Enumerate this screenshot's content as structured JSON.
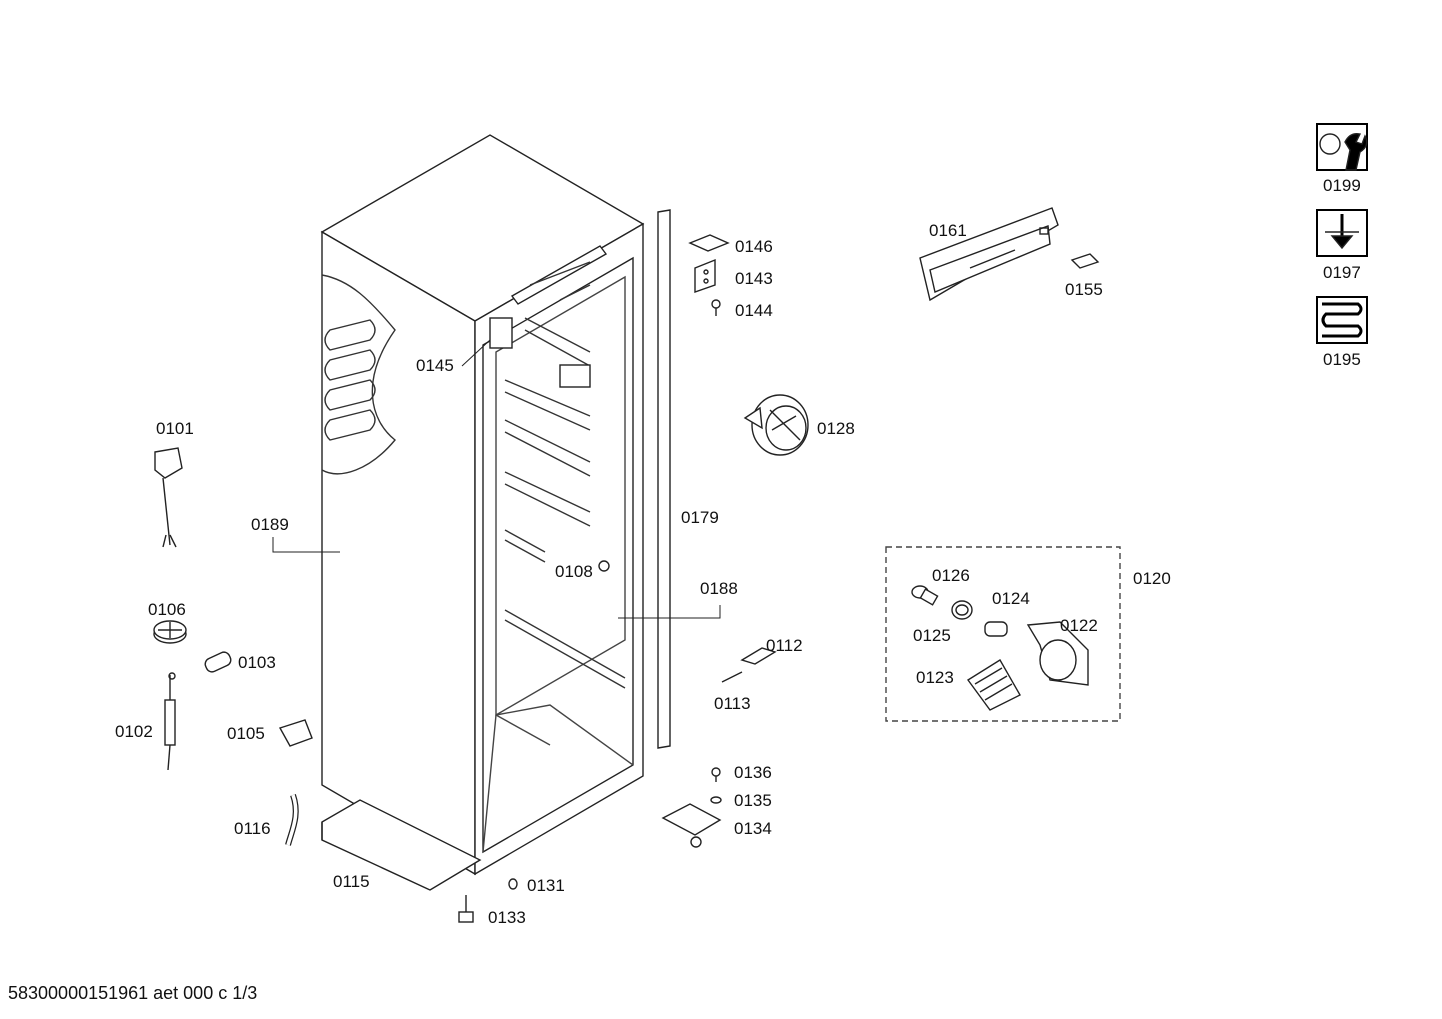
{
  "parts": {
    "p0101": "0101",
    "p0102": "0102",
    "p0103": "0103",
    "p0105": "0105",
    "p0106": "0106",
    "p0108": "0108",
    "p0112": "0112",
    "p0113": "0113",
    "p0115": "0115",
    "p0116": "0116",
    "p0120": "0120",
    "p0122": "0122",
    "p0123": "0123",
    "p0124": "0124",
    "p0125": "0125",
    "p0126": "0126",
    "p0128": "0128",
    "p0131": "0131",
    "p0133": "0133",
    "p0134": "0134",
    "p0135": "0135",
    "p0136": "0136",
    "p0143": "0143",
    "p0144": "0144",
    "p0145": "0145",
    "p0146": "0146",
    "p0155": "0155",
    "p0161": "0161",
    "p0179": "0179",
    "p0188": "0188",
    "p0189": "0189",
    "p0195": "0195",
    "p0197": "0197",
    "p0199": "0199"
  },
  "icons": {
    "i0199": "wrench-nut-icon",
    "i0197": "screwdriver-icon",
    "i0195": "heating-coil-icon"
  },
  "footer": "58300000151961 aet 000 c 1/3"
}
